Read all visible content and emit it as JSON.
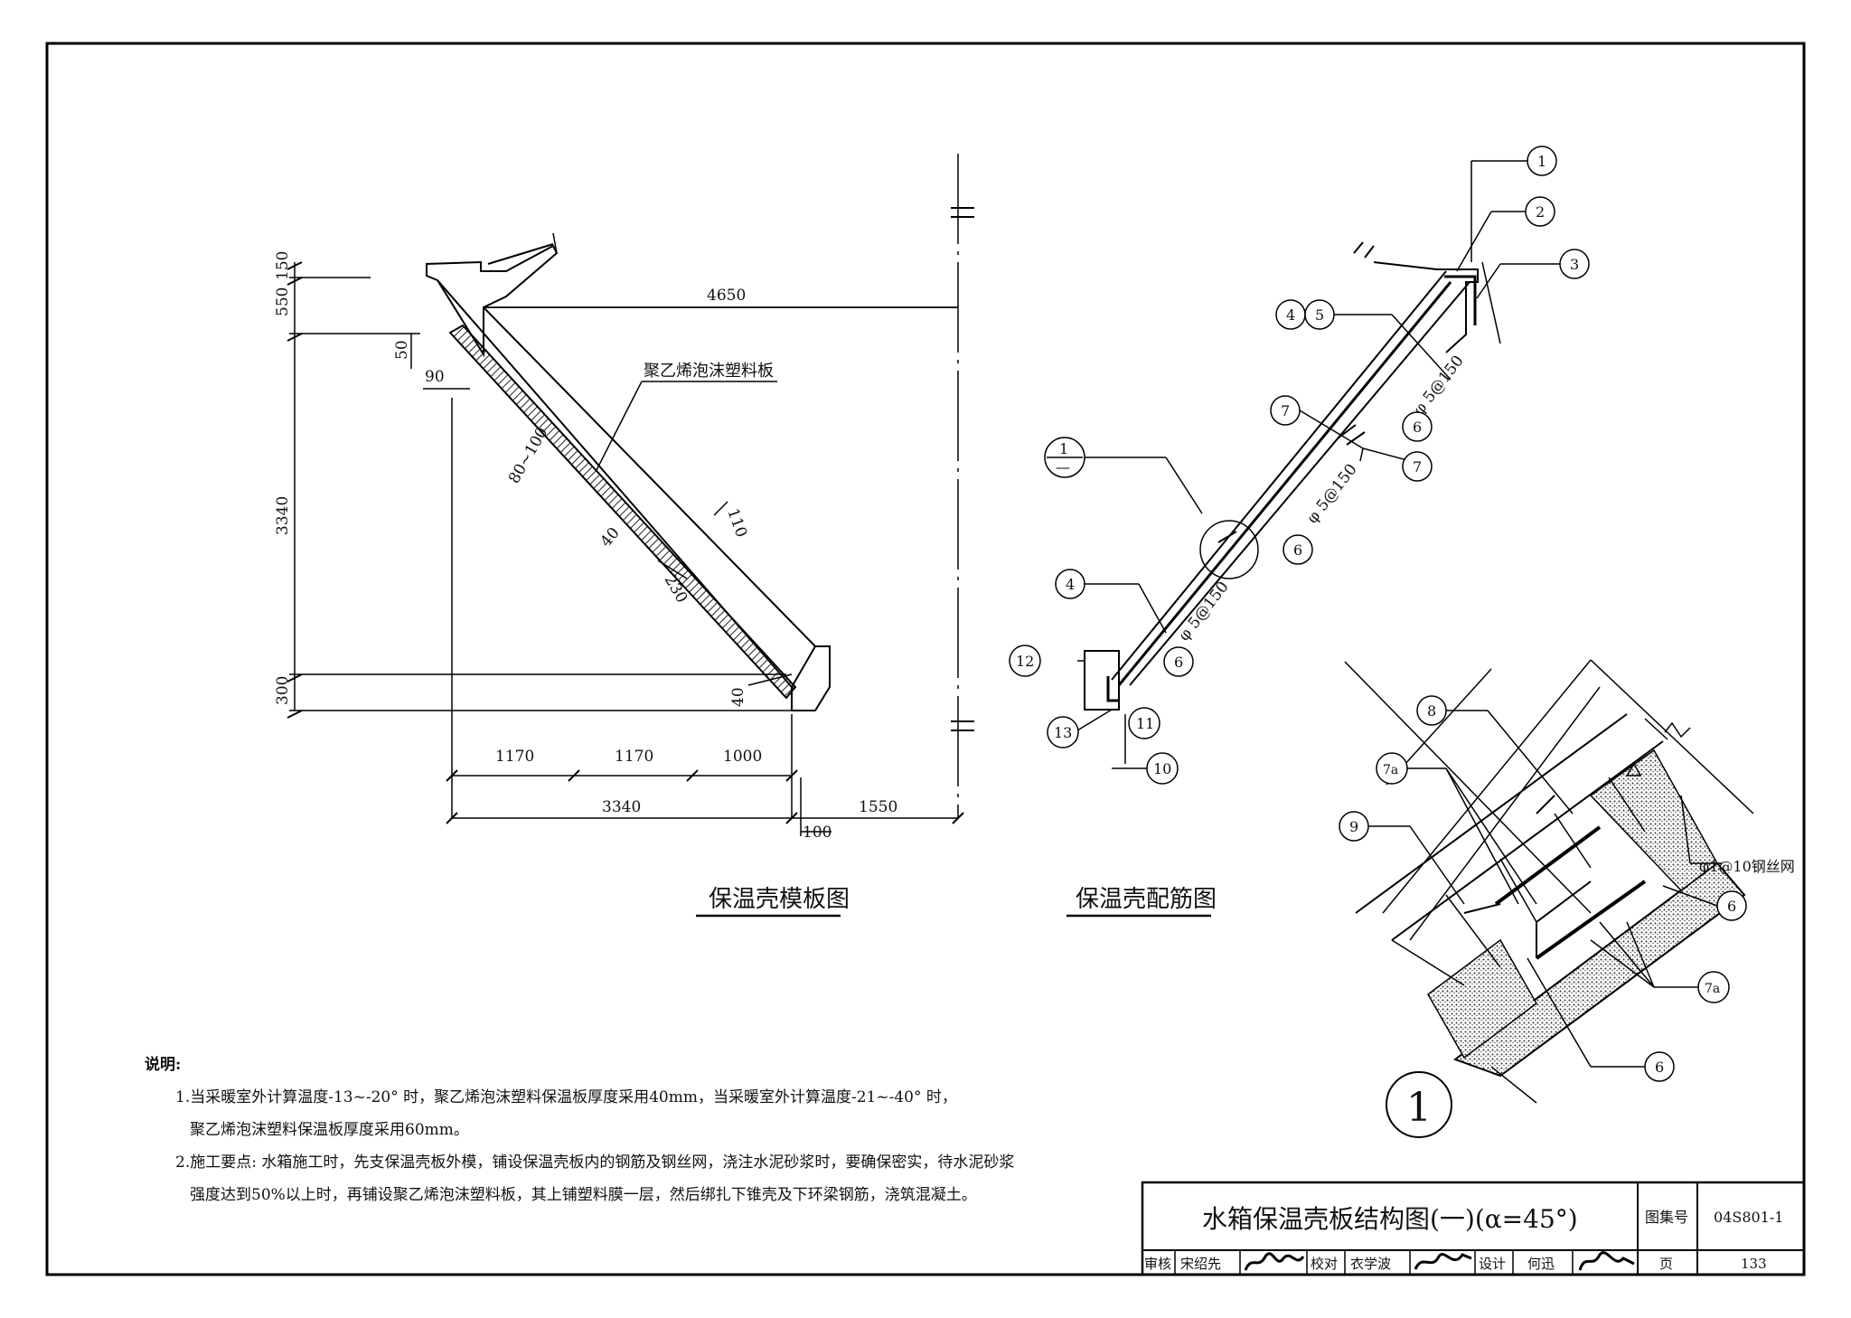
{
  "left_drawing": {
    "caption": "保温壳模板图",
    "label_foam": "聚乙烯泡沫塑料板",
    "dims_vertical_left": [
      "150",
      "550",
      "3340",
      "300"
    ],
    "dims_small": [
      "50",
      "90",
      "80~100",
      "40",
      "110",
      "230",
      "40"
    ],
    "dim_top": "4650",
    "dims_bottom_row1": [
      "1170",
      "1170",
      "1000"
    ],
    "dims_bottom_row2": [
      "3340",
      "1550"
    ],
    "dim_100": "100"
  },
  "right_drawing": {
    "caption": "保温壳配筋图",
    "rebar_spec": "φ 5@150",
    "section_mark_top": "1",
    "section_mark_bottom": "—",
    "callouts": [
      "1",
      "2",
      "3",
      "4",
      "5",
      "7",
      "6",
      "7",
      "6",
      "4",
      "6",
      "12",
      "13",
      "11",
      "10"
    ]
  },
  "detail": {
    "number": "1",
    "wire_mesh": "φ1@10钢丝网",
    "callouts": [
      "8",
      "7a",
      "9",
      "6",
      "7a",
      "6"
    ]
  },
  "notes": {
    "heading": "说明:",
    "item1_line1": "1.当采暖室外计算温度-13~-20° 时，聚乙烯泡沫塑料保温板厚度采用40mm，当采暖室外计算温度-21~-40° 时，",
    "item1_line2": "聚乙烯泡沫塑料保温板厚度采用60mm。",
    "item2_line1": "2.施工要点: 水箱施工时，先支保温壳板外模，铺设保温壳板内的钢筋及钢丝网，浇注水泥砂浆时，要确保密实，待水泥砂浆",
    "item2_line2": "强度达到50%以上时，再铺设聚乙烯泡沫塑料板，其上铺塑料膜一层，然后绑扎下锥壳及下环梁钢筋，浇筑混凝土。"
  },
  "title_block": {
    "title": "水箱保温壳板结构图(一)(α=45°)",
    "atlas_label": "图集号",
    "atlas_no": "04S801-1",
    "review_label": "审核",
    "reviewer": "宋绍先",
    "check_label": "校对",
    "checker": "衣学波",
    "design_label": "设计",
    "designer": "何迅",
    "page_label": "页",
    "page_no": "133"
  }
}
